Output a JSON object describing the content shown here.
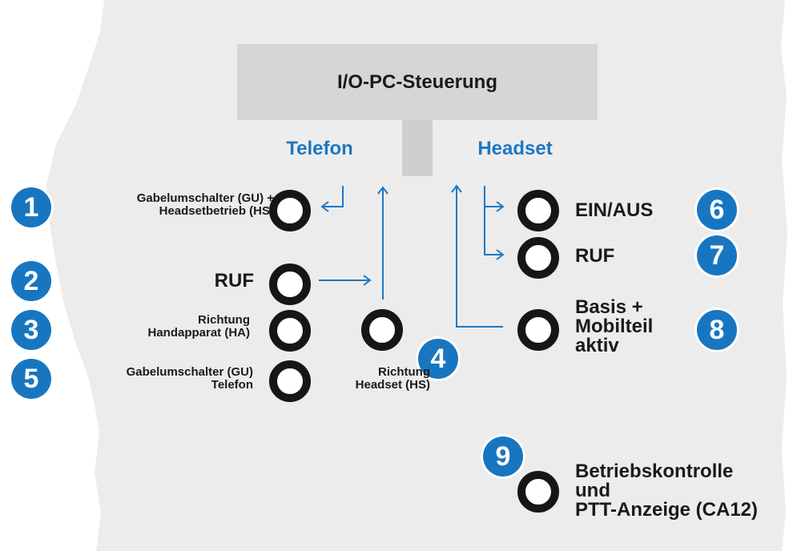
{
  "header": {
    "title": "I/O-PC-Steuerung",
    "tab_left": "Telefon",
    "tab_right": "Headset"
  },
  "colors": {
    "accent": "#1d78c2",
    "panel": "#ececec",
    "header": "#d6d6d6",
    "jack": "#161616"
  },
  "indicators": [
    {
      "number": "1",
      "line1": "Gabelumschalter (GU) +",
      "line2": "Headsetbetrieb (HS)"
    },
    {
      "number": "2",
      "line1": "RUF"
    },
    {
      "number": "3",
      "line1": "Richtung",
      "line2": "Handapparat (HA)"
    },
    {
      "number": "4",
      "line1": "Richtung",
      "line2": "Headset (HS)"
    },
    {
      "number": "5",
      "line1": "Gabelumschalter (GU)",
      "line2": "Telefon"
    },
    {
      "number": "6",
      "line1": "EIN/AUS"
    },
    {
      "number": "7",
      "line1": "RUF"
    },
    {
      "number": "8",
      "line1": "Basis +",
      "line2": "Mobilteil",
      "line3": "aktiv"
    },
    {
      "number": "9",
      "line1": "Betriebskontrolle",
      "line2": "und",
      "line3": "PTT-Anzeige (CA12)"
    }
  ]
}
